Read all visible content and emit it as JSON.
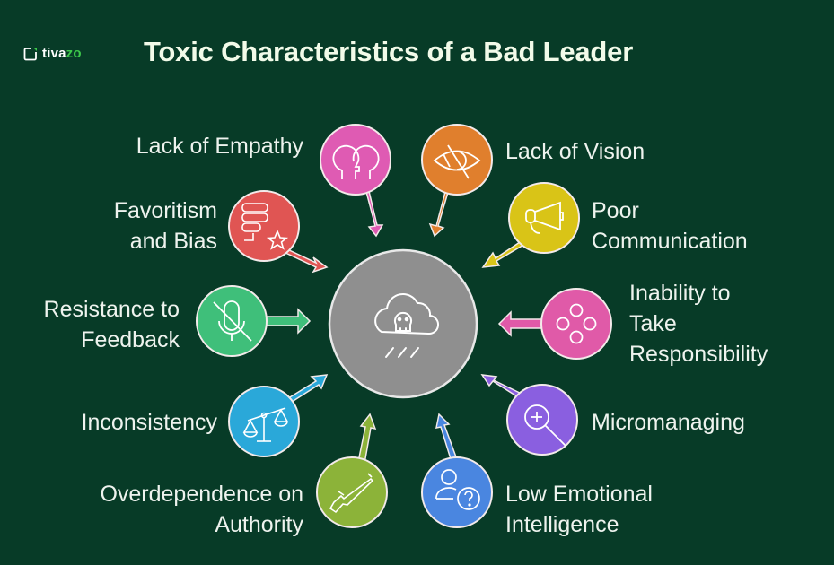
{
  "brand": {
    "logo_text_a": "tiva",
    "logo_text_b": "zo"
  },
  "title": "Toxic Characteristics of a Bad Leader",
  "center": {
    "icon": "toxic-cloud-skull-icon",
    "color": "#8f8f8f"
  },
  "items": [
    {
      "label": "Lack of Empathy",
      "icon": "heads-profile-icon",
      "color": "#df5bb3"
    },
    {
      "label": "Lack of Vision",
      "icon": "eye-slash-icon",
      "color": "#e07f2d"
    },
    {
      "label": "Favoritism and Bias",
      "label_lines": [
        "Favoritism",
        "and Bias"
      ],
      "icon": "list-star-icon",
      "color": "#e05553"
    },
    {
      "label": "Poor Communication",
      "label_lines": [
        "Poor",
        "Communication"
      ],
      "icon": "megaphone-icon",
      "color": "#d9c417"
    },
    {
      "label": "Resistance to Feedback",
      "label_lines": [
        "Resistance to",
        "Feedback"
      ],
      "icon": "mic-off-icon",
      "color": "#3fbf7a"
    },
    {
      "label": "Inability to Take Responsibility",
      "label_lines": [
        "Inability to",
        "Take",
        "Responsibility"
      ],
      "icon": "four-circles-icon",
      "color": "#e05aa8"
    },
    {
      "label": "Inconsistency",
      "icon": "scales-icon",
      "color": "#2aa8d9"
    },
    {
      "label": "Micromanaging",
      "icon": "zoom-in-icon",
      "color": "#8a5fe0"
    },
    {
      "label": "Overdependence on Authority",
      "label_lines": [
        "Overdependence on",
        "Authority"
      ],
      "icon": "rifle-icon",
      "color": "#8cb339"
    },
    {
      "label": "Low Emotional Intelligence",
      "label_lines": [
        "Low Emotional",
        "Intelligence"
      ],
      "icon": "user-question-icon",
      "color": "#4a86e0"
    }
  ]
}
